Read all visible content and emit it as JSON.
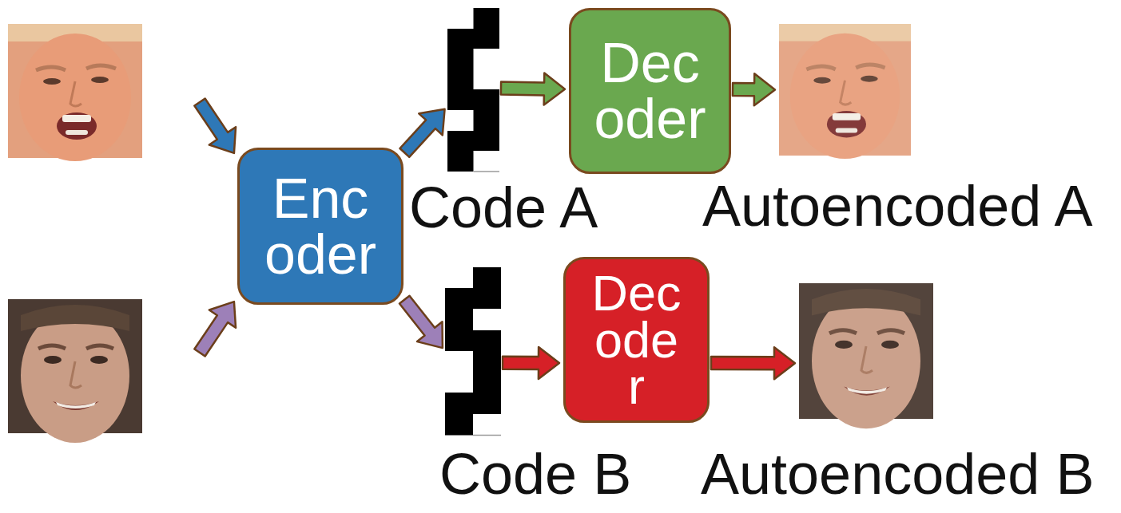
{
  "diagram": {
    "nodes": [
      {
        "text": [
          "Enc oder"
        ]
      },
      {
        "text": [
          "Code A"
        ]
      },
      {
        "text": [
          "Dec oder"
        ]
      },
      {
        "text": [
          "Autoencoded A"
        ]
      },
      {
        "text": [
          "Code B"
        ]
      },
      {
        "text": [
          "Dec ode r"
        ]
      },
      {
        "text": [
          "Autoencoded B"
        ]
      }
    ],
    "edges": [
      {
        "from": 0,
        "to": 1,
        "arrow": "to"
      },
      {
        "from": 1,
        "to": 2,
        "arrow": "to"
      },
      {
        "from": 2,
        "to": 3,
        "arrow": "to"
      },
      {
        "from": 0,
        "to": 4,
        "arrow": "to"
      },
      {
        "from": 4,
        "to": 5,
        "arrow": "to"
      },
      {
        "from": 5,
        "to": 6,
        "arrow": "to"
      }
    ]
  }
}
